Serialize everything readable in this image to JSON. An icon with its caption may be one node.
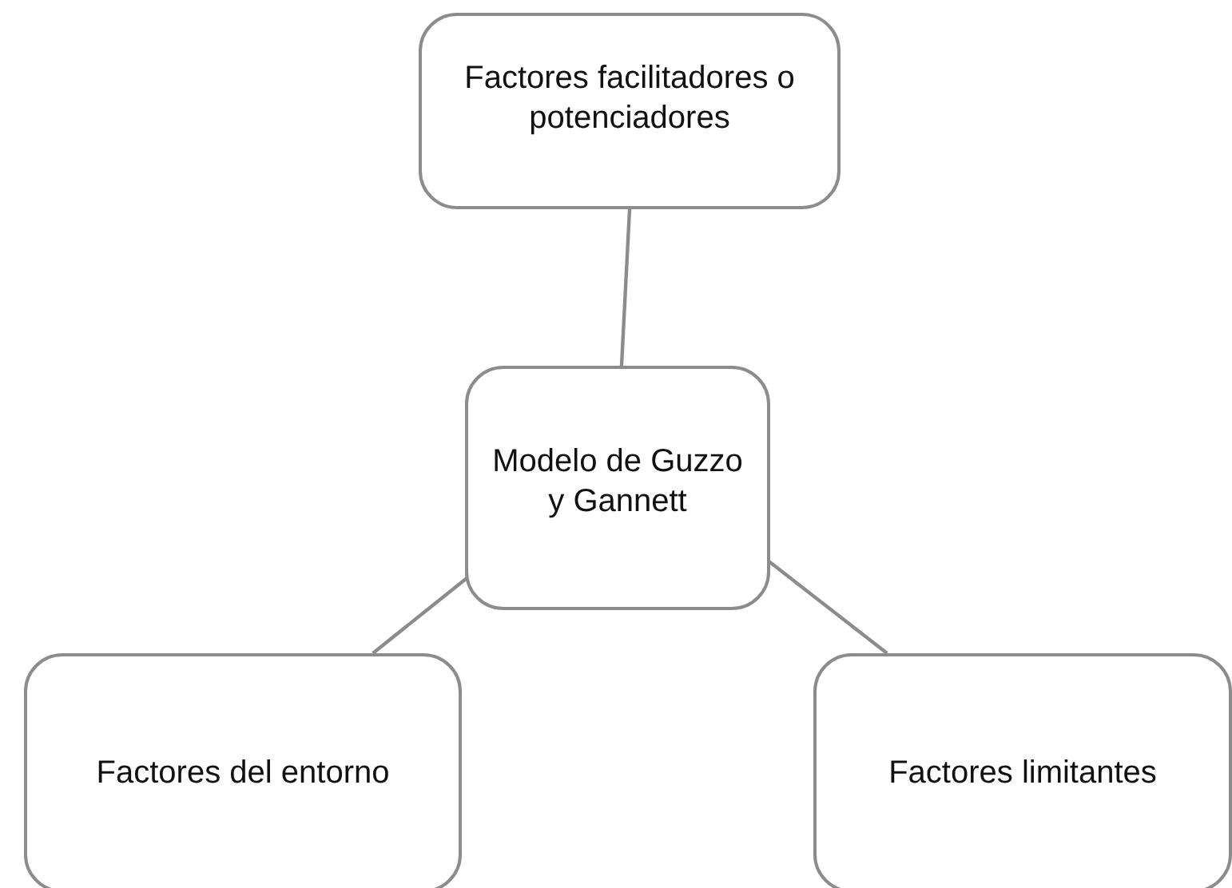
{
  "diagram": {
    "nodes": [
      {
        "text": [
          "Factores facilitadores o potenciadores"
        ]
      },
      {
        "text": [
          "Modelo de Guzzo y Gannett"
        ]
      },
      {
        "text": [
          "Factores del entorno"
        ]
      },
      {
        "text": [
          "Factores limitantes"
        ]
      }
    ],
    "edges": [
      {
        "from": 1,
        "to": 0,
        "arrow": "none"
      },
      {
        "from": 1,
        "to": 2,
        "arrow": "none"
      },
      {
        "from": 1,
        "to": 3,
        "arrow": "none"
      }
    ]
  }
}
